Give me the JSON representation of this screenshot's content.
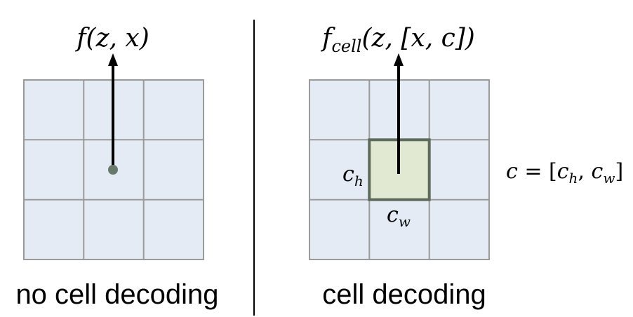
{
  "colors": {
    "grid_fill": "#e4ebf4",
    "grid_line": "#9a9a9a",
    "cell_fill": "#e1e9d2",
    "cell_border": "#5e6b5c",
    "dot": "#68786a",
    "arrow": "#000000",
    "divider": "#000000"
  },
  "left_panel": {
    "formula": {
      "fn": "f",
      "args": "(z, x)"
    },
    "caption": "no cell decoding"
  },
  "right_panel": {
    "formula": {
      "fn": "f",
      "subscript": "cell",
      "args": "(z, [x, c])"
    },
    "label_ch": {
      "base": "c",
      "sub": "h"
    },
    "label_cw": {
      "base": "c",
      "sub": "w"
    },
    "side_formula": {
      "lhs": "c",
      "eq": " = [",
      "c1_base": "c",
      "c1_sub": "h",
      "comma": ", ",
      "c2_base": "c",
      "c2_sub": "w",
      "close": "]"
    },
    "caption": "cell decoding"
  }
}
